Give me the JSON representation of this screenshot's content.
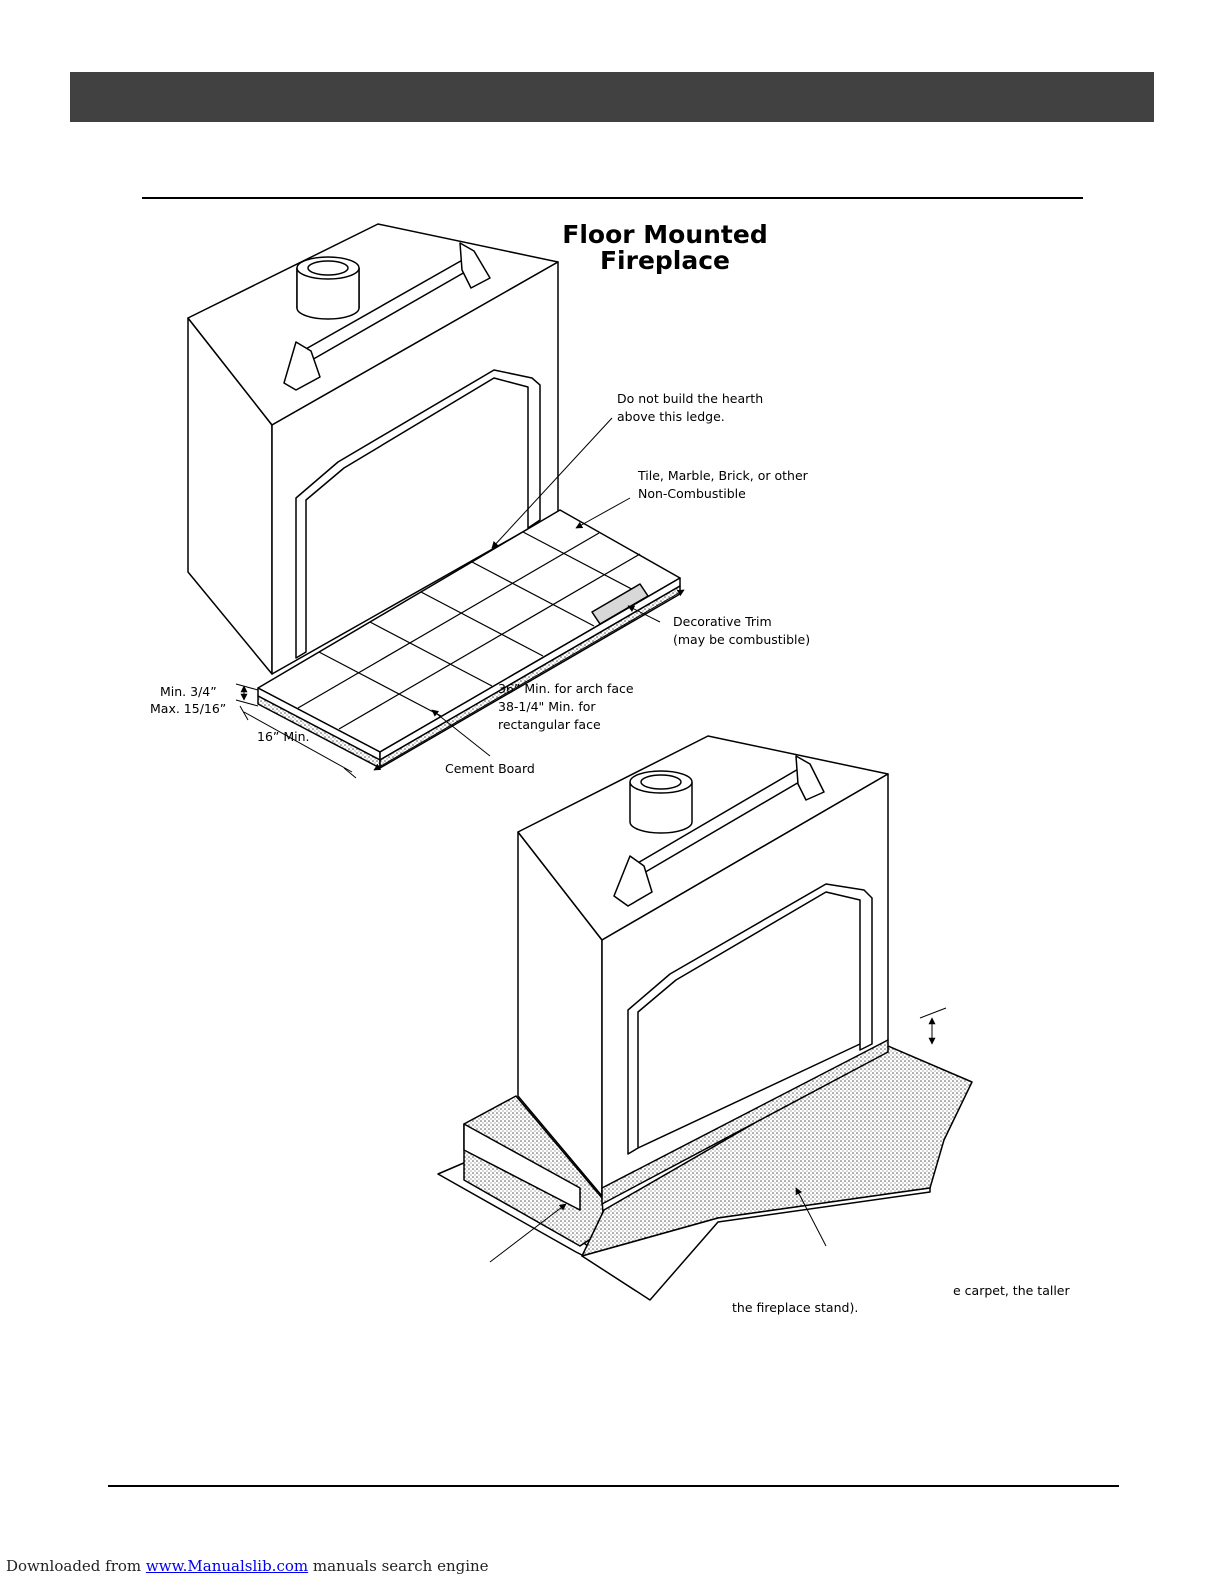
{
  "figure": {
    "title_line1": "Floor Mounted",
    "title_line2": "Fireplace"
  },
  "labels": {
    "ledge_line1": "Do not build the hearth",
    "ledge_line2": "above this ledge.",
    "tile_line1": "Tile, Marble, Brick, or other",
    "tile_line2": "Non-Combustible",
    "trim_line1": "Decorative Trim",
    "trim_line2": "(may be combustible)",
    "min_thickness": "Min. 3/4”",
    "max_thickness": "Max. 15/16”",
    "depth_min": "16” Min.",
    "width_arch": "36” Min. for arch face",
    "width_rect_line1": "38-1/4\" Min. for",
    "width_rect_line2": "rectangular face",
    "cement_board": "Cement Board",
    "carpet_fragment": "e carpet, the taller",
    "stand_fragment": "the fireplace stand)."
  },
  "footer": {
    "prefix": "Downloaded from ",
    "link": "www.Manualslib.com",
    "suffix": " manuals search engine"
  }
}
